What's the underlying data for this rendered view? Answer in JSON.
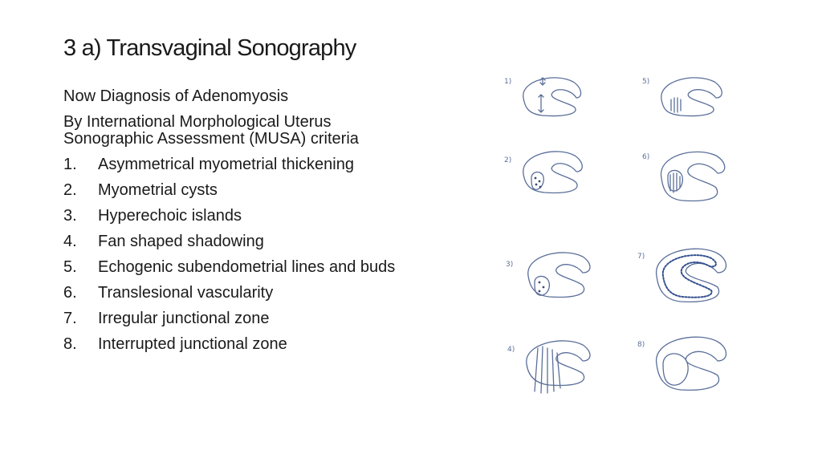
{
  "slide": {
    "title": "3 a) Transvaginal Sonography",
    "intro_1": "Now Diagnosis of Adenomyosis",
    "intro_2": "By International Morphological Uterus Sonographic Assessment (MUSA) criteria",
    "criteria": [
      {
        "num": "1.",
        "label": "Asymmetrical myometrial thickening"
      },
      {
        "num": "2.",
        "label": "Myometrial cysts"
      },
      {
        "num": "3.",
        "label": "Hyperechoic islands"
      },
      {
        "num": "4.",
        "label": "Fan shaped shadowing"
      },
      {
        "num": "5.",
        "label": "Echogenic subendometrial lines and buds"
      },
      {
        "num": "6.",
        "label": "Translesional vascularity"
      },
      {
        "num": "7.",
        "label": "Irregular junctional zone"
      },
      {
        "num": "8.",
        "label": "Interrupted junctional zone"
      }
    ]
  },
  "figure": {
    "panel_labels": [
      "1)",
      "2)",
      "3)",
      "4)",
      "5)",
      "6)",
      "7)",
      "8)"
    ],
    "stroke_color": "#5b6f9a"
  }
}
